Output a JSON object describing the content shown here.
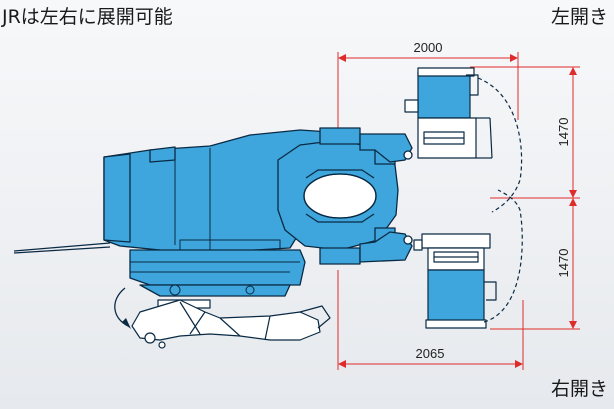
{
  "header": {
    "title": "JRは左右に展開可能"
  },
  "labels": {
    "left_open": "左開き",
    "right_open": "右開き"
  },
  "dimensions": {
    "top_width": "2000",
    "bottom_width": "2065",
    "upper_height": "1470",
    "lower_height": "1470"
  },
  "colors": {
    "machine_blue": "#3ea6dc",
    "machine_outline": "#0a2a44",
    "dimension_red": "#e02b2b",
    "background": "#eef0f3"
  }
}
